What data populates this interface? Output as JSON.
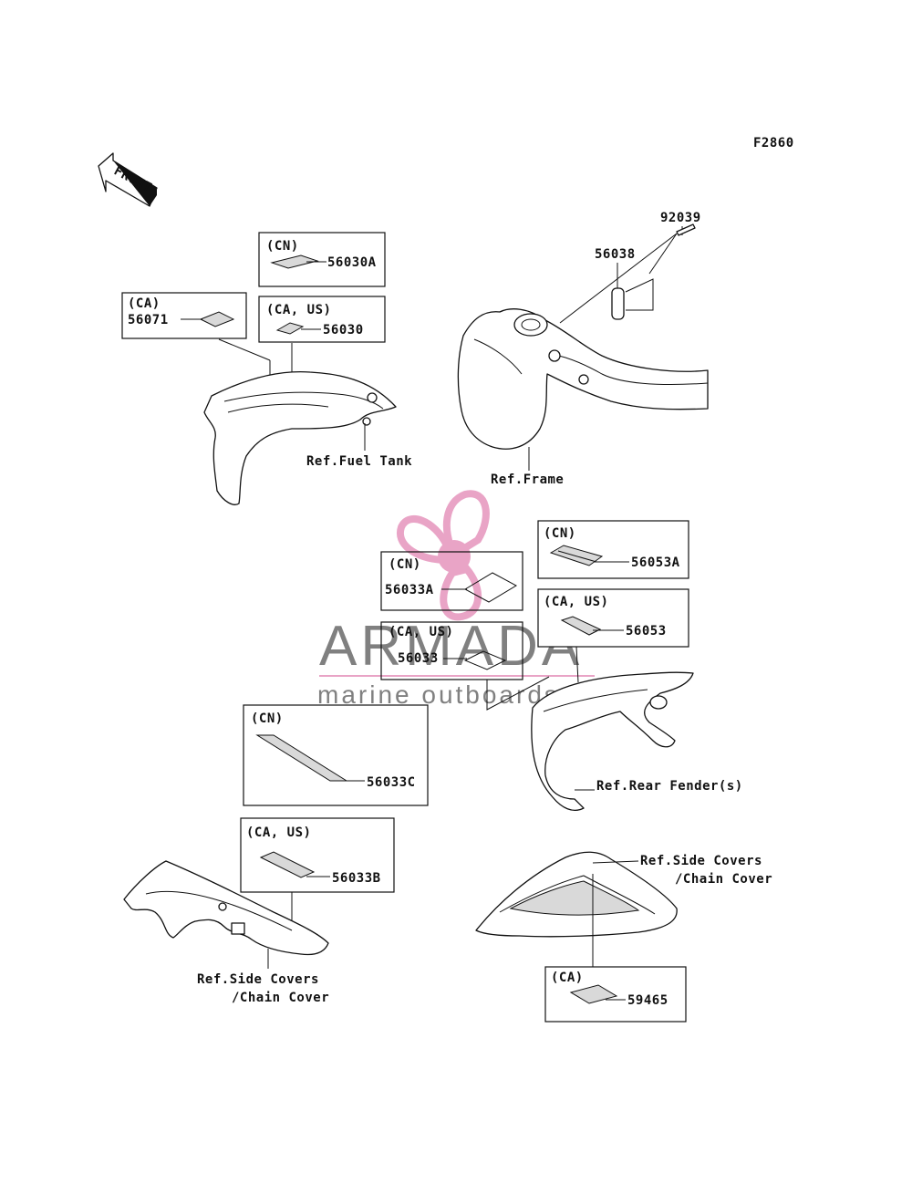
{
  "figure_code": "F2860",
  "front_arrow_label": "FRONT",
  "callouts": {
    "fuel_tank_cn": {
      "region": "(CN)",
      "part": "56030A"
    },
    "fuel_tank_ca_us": {
      "region": "(CA, US)",
      "part": "56030"
    },
    "fuel_tank_ca": {
      "region": "(CA)",
      "part": "56071"
    },
    "frame_part_a": "92039",
    "frame_part_b": "56038",
    "fender_cn": {
      "region": "(CN)",
      "part": "56053A"
    },
    "fender_ca_us": {
      "region": "(CA, US)",
      "part": "56053"
    },
    "center_cn": {
      "region": "(CN)",
      "part": "56033A"
    },
    "center_ca_us": {
      "region": "(CA, US)",
      "part": "56033"
    },
    "chain_cn": {
      "region": "(CN)",
      "part": "56033C"
    },
    "chain_ca_us": {
      "region": "(CA, US)",
      "part": "56033B"
    },
    "side_ca": {
      "region": "(CA)",
      "part": "59465"
    }
  },
  "references": {
    "fuel_tank": "Ref.Fuel Tank",
    "frame": "Ref.Frame",
    "rear_fender": "Ref.Rear Fender(s)",
    "side_covers_left_line1": "Ref.Side Covers",
    "side_covers_left_line2": "/Chain Cover",
    "side_covers_right_line1": "Ref.Side Covers",
    "side_covers_right_line2": "/Chain Cover"
  },
  "watermark": {
    "brand": "ARMADA",
    "tagline": "marine outboards",
    "color_logo": "#e8a0c4",
    "color_text": "#7a7a7a"
  }
}
